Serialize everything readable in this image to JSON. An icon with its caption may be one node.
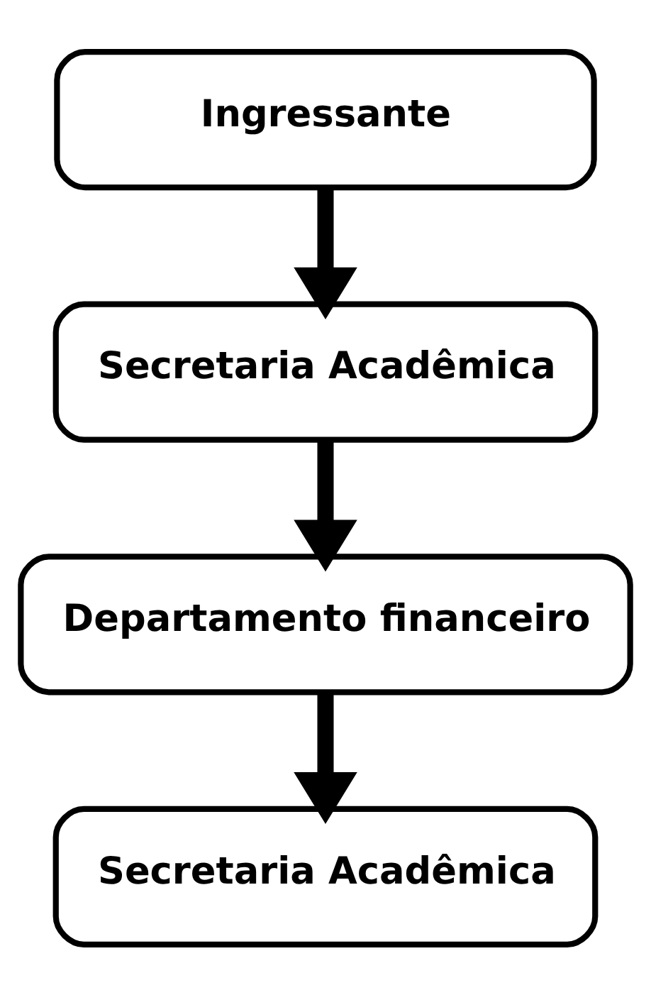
{
  "diagram": {
    "nodes": [
      {
        "text": [
          "Ingressante"
        ]
      },
      {
        "text": [
          "Secretaria Acadêmica"
        ]
      },
      {
        "text": [
          "Departamento financeiro"
        ]
      },
      {
        "text": [
          "Secretaria Acadêmica"
        ]
      }
    ],
    "edges": [
      {
        "from": 0,
        "to": 1,
        "arrow": "to"
      },
      {
        "from": 1,
        "to": 2,
        "arrow": "to"
      },
      {
        "from": 2,
        "to": 3,
        "arrow": "to"
      }
    ]
  }
}
